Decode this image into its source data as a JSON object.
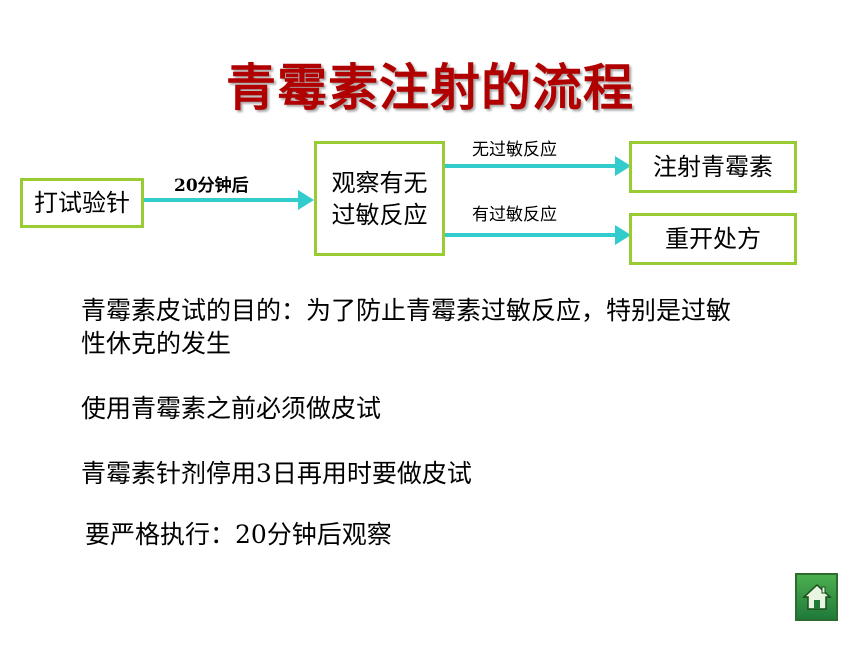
{
  "title": "青霉素注射的流程",
  "flow": {
    "step1": "打试验针",
    "wait_label": "20分钟后",
    "step2_line1": "观察有无",
    "step2_line2": "过敏反应",
    "no_reaction_label": "无过敏反应",
    "has_reaction_label": "有过敏反应",
    "outcome_no": "注射青霉素",
    "outcome_yes": "重开处方"
  },
  "notes": {
    "note1_line1": "青霉素皮试的目的：为了防止青霉素过敏反应，特别是过敏",
    "note1_line2": "性休克的发生",
    "note2": "使用青霉素之前必须做皮试",
    "note3": "青霉素针剂停用3日再用时要做皮试",
    "note4": "要严格执行：20分钟后观察"
  },
  "nav": {
    "home_icon": "home-icon"
  },
  "colors": {
    "title": "#b00000",
    "box_border": "#99cc33",
    "arrow": "#33cccc"
  }
}
